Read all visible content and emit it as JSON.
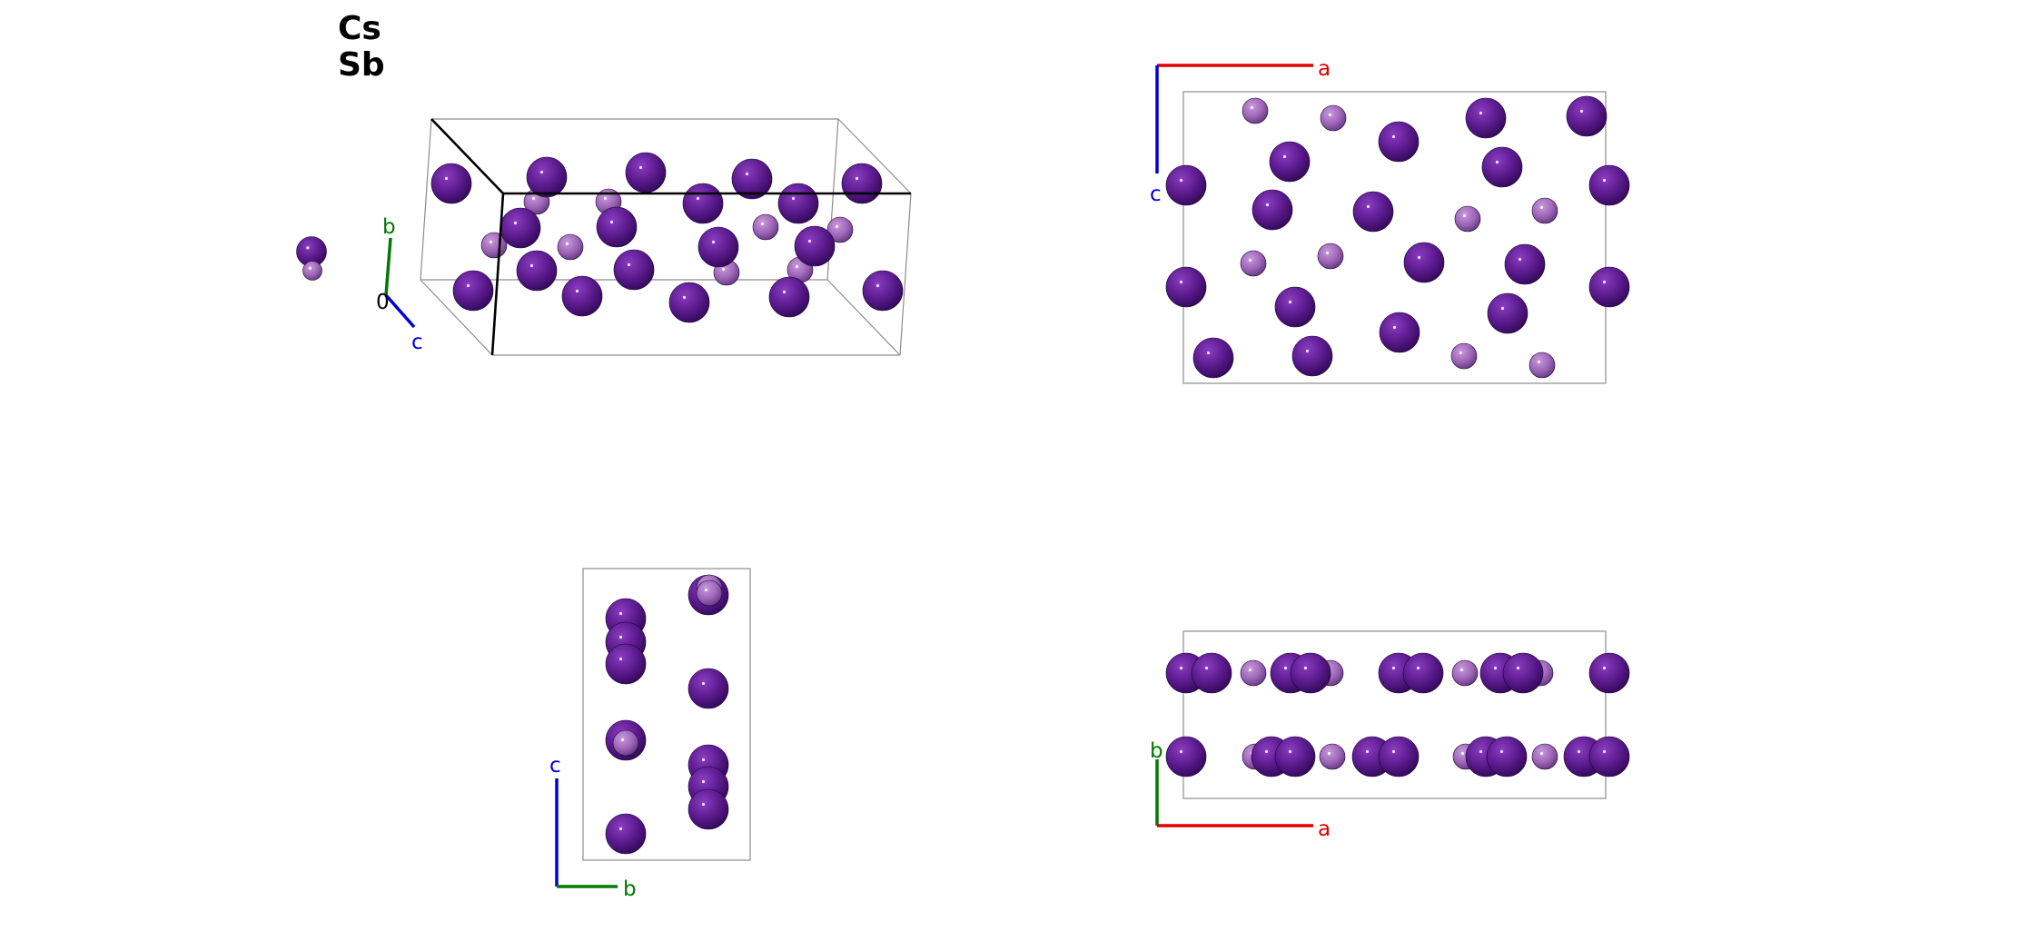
{
  "legend": [
    {
      "element": "Cs",
      "color": "#5a1a8c"
    },
    {
      "element": "Sb",
      "color": "#9e66b8"
    }
  ],
  "axis_labels": {
    "a": "a",
    "b": "b",
    "c": "c",
    "origin": "0"
  },
  "axis_colors": {
    "a": "#e00000",
    "b": "#007a00",
    "c": "#0000d8",
    "origin": "#000000"
  },
  "views": [
    "perspective",
    "top-a-c",
    "side-b-c",
    "front-a-b"
  ],
  "atom_style": {
    "shading": "sphere",
    "highlight": "#ffffff"
  }
}
